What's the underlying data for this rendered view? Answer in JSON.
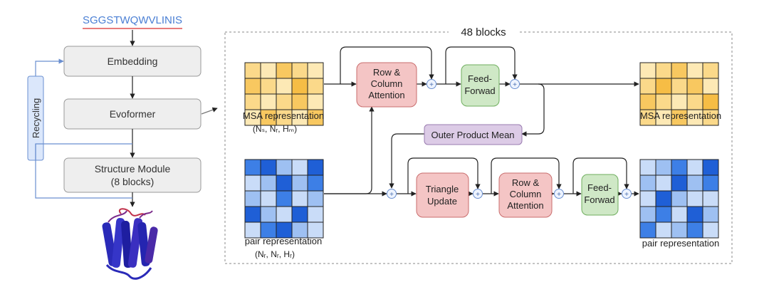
{
  "sequence": "SGGSTWQWVLINIS",
  "pipeline": {
    "embedding": "Embedding",
    "evoformer": "Evoformer",
    "structure_line1": "Structure Module",
    "structure_line2": "(8 blocks)",
    "recycling": "Recycling"
  },
  "evoformer_block": {
    "title": "48 blocks",
    "msa_in_label": "MSA representation",
    "msa_in_dims": "(Nₛ, Nᵣ, Hₘ)",
    "pair_in_label": "pair representation",
    "pair_in_dims": "(Nᵣ, Nᵣ, Hᵣ)",
    "msa_out_label": "MSA representation",
    "pair_out_label": "pair representation",
    "row_col_attn_1": [
      "Row &",
      "Column",
      "Attention"
    ],
    "feed_forward_1": [
      "Feed-",
      "Forwad"
    ],
    "outer_product_mean": "Outer Product Mean",
    "triangle_update": [
      "Triangle",
      "Update"
    ],
    "row_col_attn_2": [
      "Row &",
      "Column",
      "Attention"
    ],
    "feed_forward_2": [
      "Feed-",
      "Forwad"
    ],
    "plus": "+"
  },
  "colors": {
    "msa_cells": [
      "#fbd98a",
      "#f8c860",
      "#fde9b5",
      "#f6bd45"
    ],
    "pair_cells": [
      "#1f5fd6",
      "#3d7fe6",
      "#9ec0f2",
      "#c9dcf8"
    ],
    "attention_fill": "#f4c5c5",
    "feedforward_fill": "#cfe8c6",
    "outer_product_fill": "#dccbe6",
    "pipeline_box_fill": "#eeeeee",
    "recycling_fill": "#dbe7fb",
    "sequence_color": "#4a7fd4",
    "sequence_underline": "#e05050"
  }
}
